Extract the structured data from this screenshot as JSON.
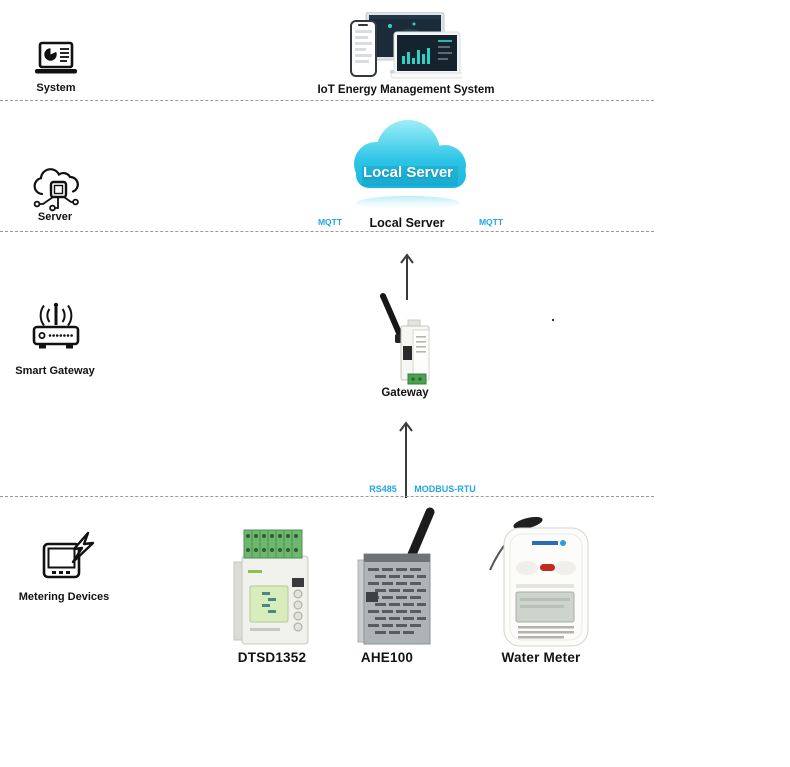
{
  "diagram": {
    "rows": {
      "application": {
        "side_label": "System",
        "main_label": "IoT Energy Management System"
      },
      "server": {
        "side_label": "Server",
        "cloud_text": "Local Server",
        "main_label": "Local Server",
        "protocol_left": "MQTT",
        "protocol_right": "MQTT"
      },
      "gateway": {
        "side_label": "Smart Gateway",
        "main_label": "Gateway",
        "bus_left": "RS485",
        "bus_right": "MODBUS-RTU"
      },
      "metering": {
        "side_label": "Metering Devices",
        "devices": [
          {
            "label": "DTSD1352"
          },
          {
            "label": "AHE100"
          },
          {
            "label": "Water Meter"
          }
        ]
      }
    },
    "colors": {
      "protocol_text": "#22a5e2",
      "cloud_main": "#14b4dd",
      "cloud_light": "#9deef9",
      "label_text": "#121212"
    }
  }
}
